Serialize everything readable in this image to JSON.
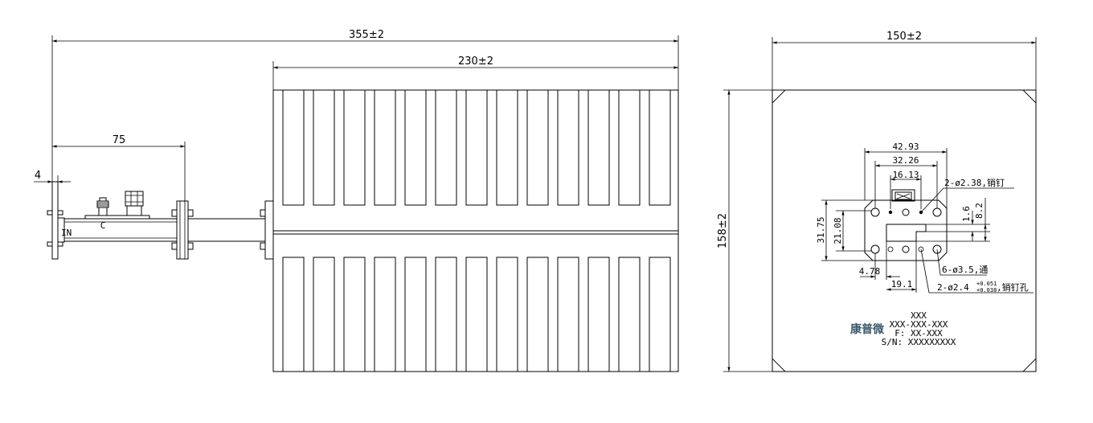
{
  "side_view": {
    "overall_length": "355±2",
    "heatsink_length": "230±2",
    "section_length": "75",
    "flange_thickness": "4",
    "port_label": "IN",
    "coupler_label": "C"
  },
  "end_view": {
    "width": "150±2",
    "height": "158±2",
    "dims": {
      "d1": "42.93",
      "d2": "32.26",
      "d3": "16.13",
      "d4": "31.75",
      "d5": "21.08",
      "d6": "1.6",
      "d7": "8.2",
      "d8": "4.78",
      "d9": "19.1"
    },
    "callouts": {
      "pins": "2-ø2.38,销钉",
      "holes": "6-ø3.5,通",
      "pin_holes": "2-ø2.4",
      "pin_holes_tol_upper": "+0.051",
      "pin_holes_tol_lower": "+0.038",
      "pin_holes_suffix": ",销钉孔"
    },
    "nameplate": {
      "brand": "康普微",
      "line1": "XXX",
      "line2": "XXX-XXX-XXX",
      "line3": "F: XX-XXX",
      "line4": "S/N: XXXXXXXXX"
    }
  }
}
